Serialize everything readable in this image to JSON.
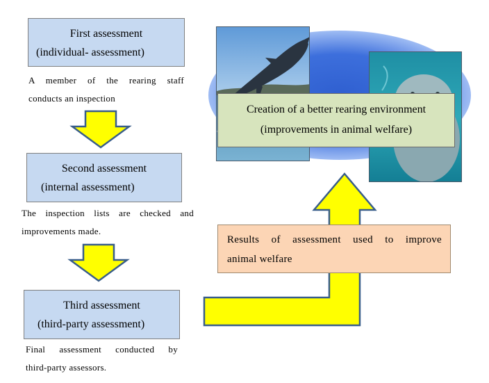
{
  "steps": [
    {
      "title": "First assessment",
      "subtitle": "(individual- assessment)",
      "note": [
        "A member of the rearing staff",
        "conducts an inspection"
      ]
    },
    {
      "title": "Second assessment",
      "subtitle": "(internal assessment)",
      "note": [
        "The inspection lists are checked and",
        "improvements made."
      ]
    },
    {
      "title": "Third assessment",
      "subtitle": "(third-party assessment)",
      "note": [
        "Final assessment conducted by",
        "third-party assessors."
      ]
    }
  ],
  "goal": {
    "line1": "Creation of a better rearing environment",
    "line2": "(improvements in animal welfare)"
  },
  "results": {
    "line1": "Results of assessment used to improve",
    "line2": "animal welfare"
  },
  "colors": {
    "step_box": "#c6d9f1",
    "goal_box": "#d7e4bd",
    "results_box": "#fcd5b5",
    "arrow_fill": "#ffff00",
    "arrow_stroke": "#385d8a"
  },
  "photos": [
    "dolphin-photo",
    "manatee-photo"
  ]
}
